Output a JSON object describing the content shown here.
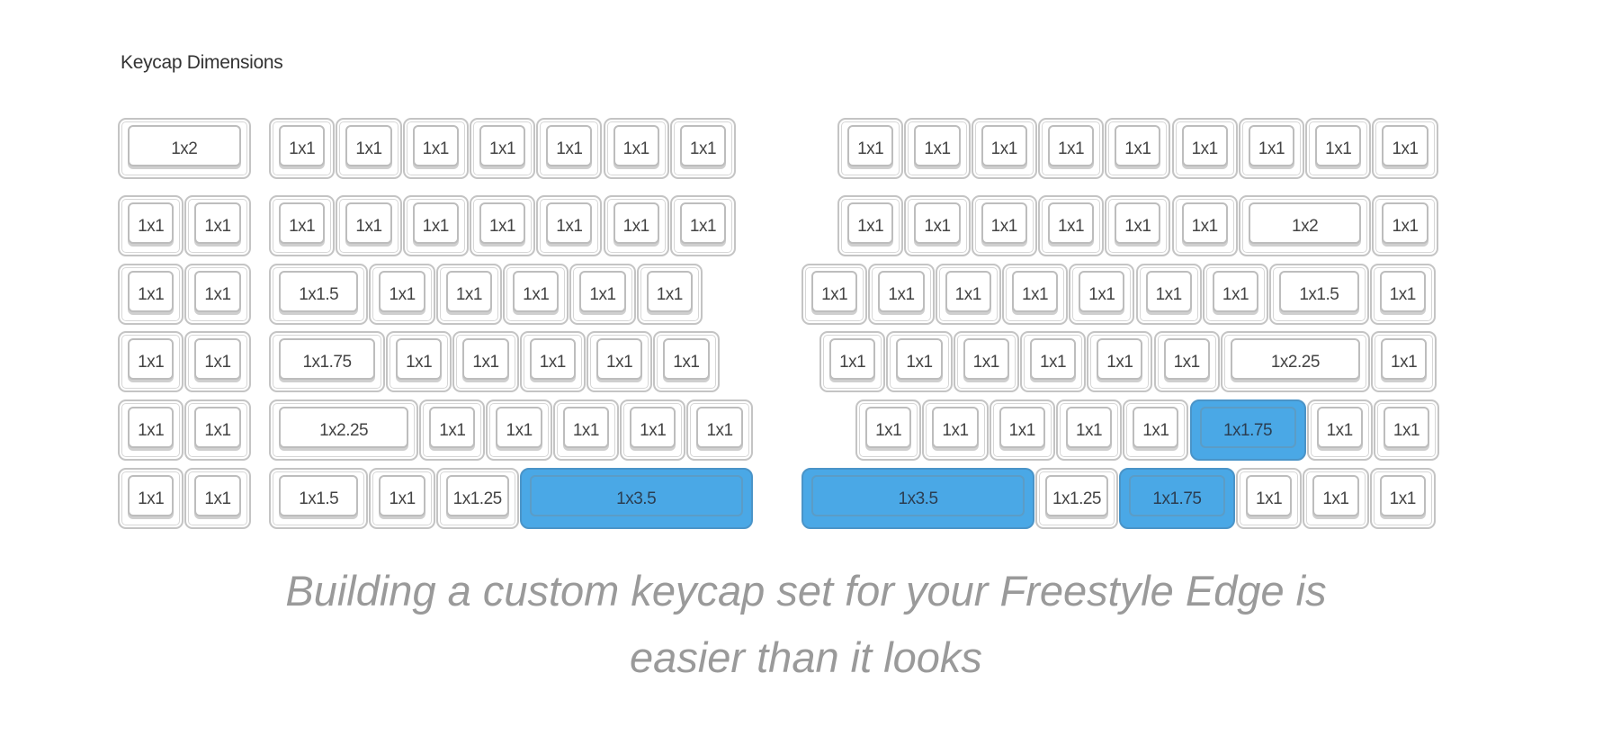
{
  "title": "Keycap Dimensions",
  "caption_line1": "Building a custom keycap set for your Freestyle Edge is",
  "caption_line2": "easier than it looks",
  "colors": {
    "highlight": "#4aa8e6",
    "key_border": "#c4c4c4",
    "caption": "#9a9a9a"
  },
  "keyboard": {
    "left_column": [
      [
        {
          "label": "1x2"
        }
      ],
      [
        {
          "label": "1x1"
        },
        {
          "label": "1x1"
        }
      ],
      [
        {
          "label": "1x1"
        },
        {
          "label": "1x1"
        }
      ],
      [
        {
          "label": "1x1"
        },
        {
          "label": "1x1"
        }
      ],
      [
        {
          "label": "1x1"
        },
        {
          "label": "1x1"
        }
      ],
      [
        {
          "label": "1x1"
        },
        {
          "label": "1x1"
        }
      ]
    ],
    "left_block": [
      [
        {
          "label": "1x1"
        },
        {
          "label": "1x1"
        },
        {
          "label": "1x1"
        },
        {
          "label": "1x1"
        },
        {
          "label": "1x1"
        },
        {
          "label": "1x1"
        },
        {
          "label": "1x1"
        }
      ],
      [
        {
          "label": "1x1"
        },
        {
          "label": "1x1"
        },
        {
          "label": "1x1"
        },
        {
          "label": "1x1"
        },
        {
          "label": "1x1"
        },
        {
          "label": "1x1"
        },
        {
          "label": "1x1"
        }
      ],
      [
        {
          "label": "1x1.5"
        },
        {
          "label": "1x1"
        },
        {
          "label": "1x1"
        },
        {
          "label": "1x1"
        },
        {
          "label": "1x1"
        },
        {
          "label": "1x1"
        }
      ],
      [
        {
          "label": "1x1.75"
        },
        {
          "label": "1x1"
        },
        {
          "label": "1x1"
        },
        {
          "label": "1x1"
        },
        {
          "label": "1x1"
        },
        {
          "label": "1x1"
        }
      ],
      [
        {
          "label": "1x2.25"
        },
        {
          "label": "1x1"
        },
        {
          "label": "1x1"
        },
        {
          "label": "1x1"
        },
        {
          "label": "1x1"
        },
        {
          "label": "1x1"
        }
      ],
      [
        {
          "label": "1x1.5"
        },
        {
          "label": "1x1"
        },
        {
          "label": "1x1.25"
        },
        {
          "label": "1x3.5",
          "highlighted": true
        }
      ]
    ],
    "right_block": [
      [
        {
          "label": "1x1"
        },
        {
          "label": "1x1"
        },
        {
          "label": "1x1"
        },
        {
          "label": "1x1"
        },
        {
          "label": "1x1"
        },
        {
          "label": "1x1"
        },
        {
          "label": "1x1"
        },
        {
          "label": "1x1"
        },
        {
          "label": "1x1"
        }
      ],
      [
        {
          "label": "1x1"
        },
        {
          "label": "1x1"
        },
        {
          "label": "1x1"
        },
        {
          "label": "1x1"
        },
        {
          "label": "1x1"
        },
        {
          "label": "1x1"
        },
        {
          "label": "1x2"
        },
        {
          "label": "1x1"
        }
      ],
      [
        {
          "label": "1x1"
        },
        {
          "label": "1x1"
        },
        {
          "label": "1x1"
        },
        {
          "label": "1x1"
        },
        {
          "label": "1x1"
        },
        {
          "label": "1x1"
        },
        {
          "label": "1x1"
        },
        {
          "label": "1x1.5"
        },
        {
          "label": "1x1"
        }
      ],
      [
        {
          "label": "1x1"
        },
        {
          "label": "1x1"
        },
        {
          "label": "1x1"
        },
        {
          "label": "1x1"
        },
        {
          "label": "1x1"
        },
        {
          "label": "1x1"
        },
        {
          "label": "1x2.25"
        },
        {
          "label": "1x1"
        }
      ],
      [
        {
          "label": "1x1"
        },
        {
          "label": "1x1"
        },
        {
          "label": "1x1"
        },
        {
          "label": "1x1"
        },
        {
          "label": "1x1"
        },
        {
          "label": "1x1.75",
          "highlighted": true
        },
        {
          "label": "1x1"
        },
        {
          "label": "1x1"
        }
      ],
      [
        {
          "label": "1x3.5",
          "highlighted": true
        },
        {
          "label": "1x1.25"
        },
        {
          "label": "1x1.75",
          "highlighted": true
        },
        {
          "label": "1x1"
        },
        {
          "label": "1x1"
        },
        {
          "label": "1x1"
        }
      ]
    ]
  }
}
